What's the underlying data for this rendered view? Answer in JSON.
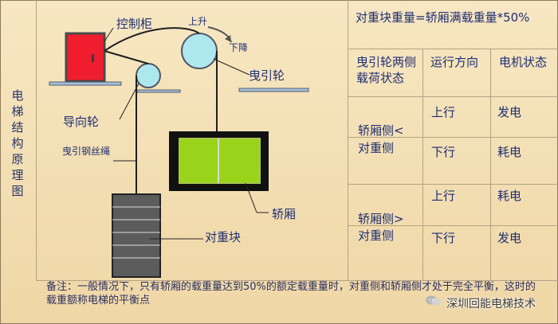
{
  "side_title": [
    "电",
    "梯",
    "结",
    "构",
    "原",
    "理",
    "图"
  ],
  "diagram": {
    "labels": {
      "control_cabinet": "控制柜",
      "up": "上升",
      "down": "下降",
      "traction_wheel": "曳引轮",
      "guide_wheel": "导向轮",
      "rope": "曳引钢丝绳",
      "car": "轿厢",
      "counterweight": "对重块"
    }
  },
  "table": {
    "header": "对重块重量=轿厢满载重量*50%",
    "col1": "曳引轮两侧载荷状态",
    "col1_line1": "曳引轮两侧",
    "col1_line2": "载荷状态",
    "col2": "运行方向",
    "col3": "电机状态",
    "group1_line1": "轿厢侧<",
    "group1_line2": "对重侧",
    "group2_line1": "轿厢侧>",
    "group2_line2": "对重侧",
    "rows": [
      {
        "direction": "上行",
        "motor": "发电"
      },
      {
        "direction": "下行",
        "motor": "耗电"
      },
      {
        "direction": "上行",
        "motor": "耗电"
      },
      {
        "direction": "下行",
        "motor": "发电"
      }
    ]
  },
  "note": "备注：一般情况下，只有轿厢的载重量达到50%的额定载重量时，对重侧和轿厢侧才处于完全平衡，这时的载重额称电梯的平衡点",
  "watermark": "深圳回能电梯技术"
}
